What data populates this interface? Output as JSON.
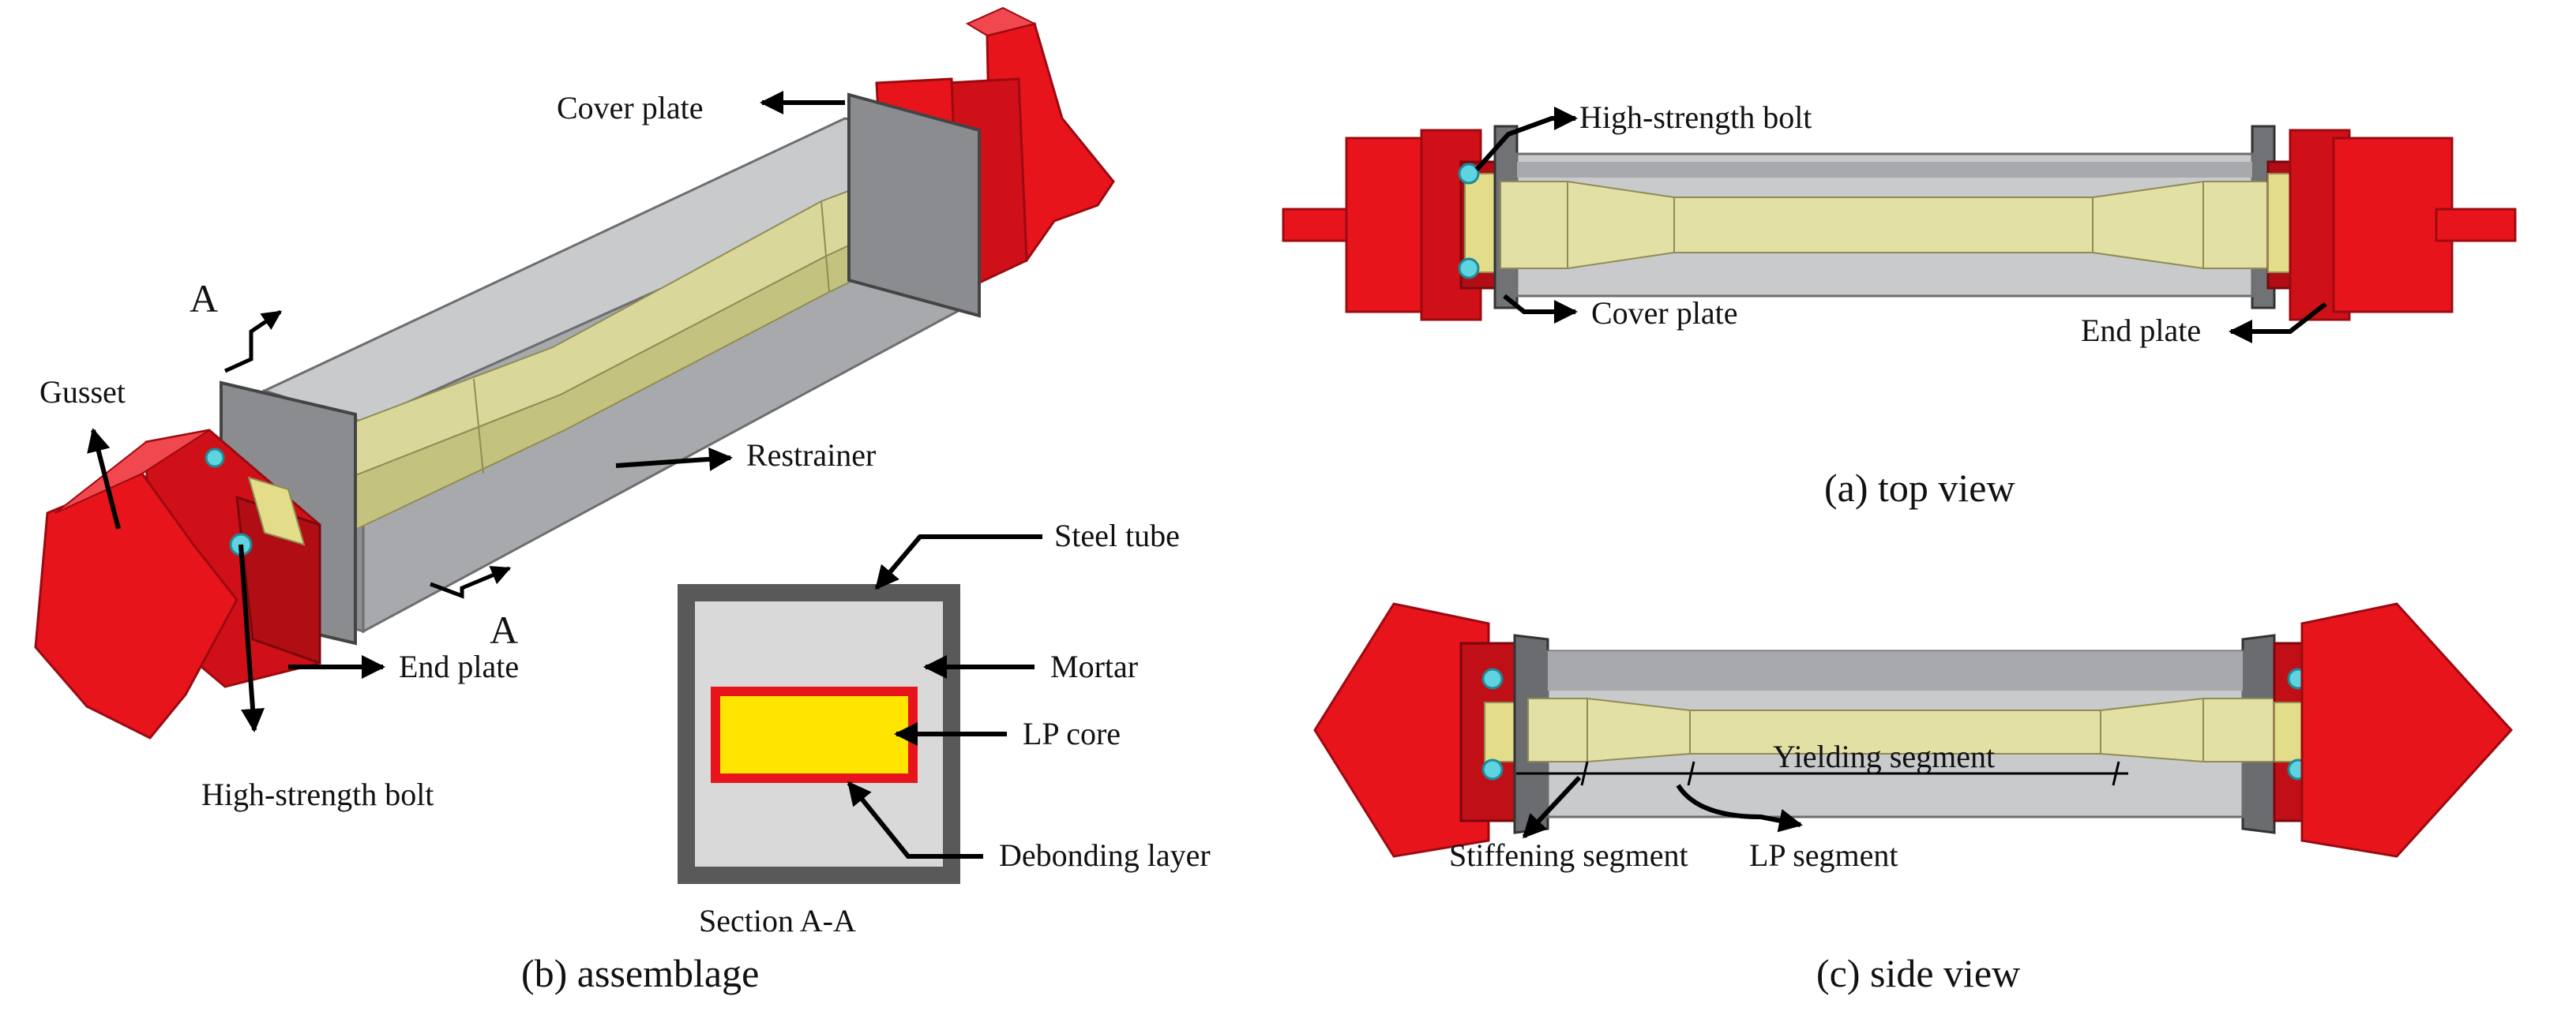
{
  "colors": {
    "gusset_red": "#e8141c",
    "gusset_red_dark": "#b00e14",
    "restrainer_gray": "#a7a9ac",
    "restrainer_gray_dark": "#7d8084",
    "core_yellow": "#d9d79a",
    "section_yellow": "#ffe500",
    "debonding_red": "#e8141c",
    "mortar_gray": "#d9d9d9",
    "steel_tube": "#595959",
    "bolt_cyan": "#5fd3e0",
    "arrow": "#000000"
  },
  "panel_b": {
    "caption": "(b) assemblage",
    "labels": {
      "cover_plate": "Cover plate",
      "gusset": "Gusset",
      "restrainer": "Restrainer",
      "end_plate": "End plate",
      "high_strength_bolt": "High-strength bolt",
      "section_mark_top": "A",
      "section_mark_bottom": "A"
    },
    "section": {
      "title": "Section A-A",
      "steel_tube": "Steel tube",
      "mortar": "Mortar",
      "lp_core": "LP core",
      "debonding_layer": "Debonding layer"
    }
  },
  "panel_a": {
    "caption": "(a) top view",
    "labels": {
      "high_strength_bolt": "High-strength bolt",
      "cover_plate": "Cover plate",
      "end_plate": "End plate"
    }
  },
  "panel_c": {
    "caption": "(c) side view",
    "labels": {
      "yielding_segment": "Yielding segment",
      "stiffening_segment": "Stiffening segment",
      "lp_segment": "LP segment"
    }
  }
}
